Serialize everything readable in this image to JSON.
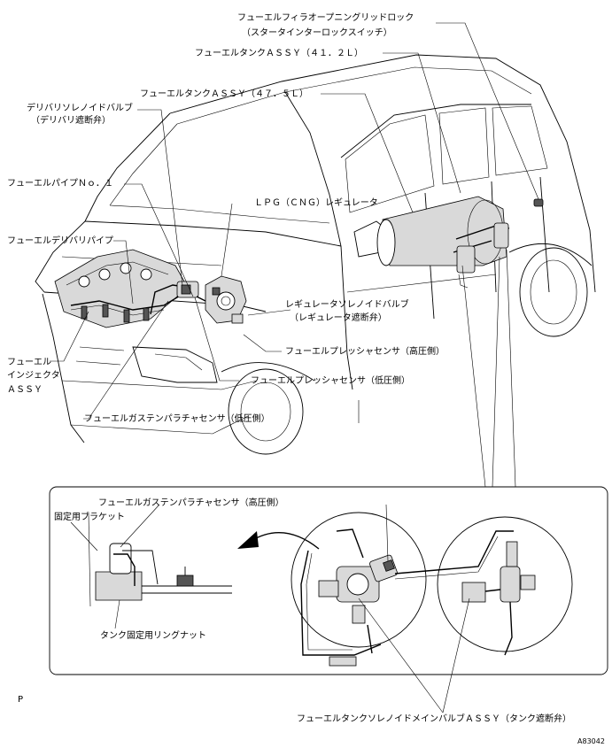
{
  "labels": {
    "filler_lock": "フューエルフィラオープニングリッドロック",
    "filler_lock_sub": "（スタータインターロックスイッチ）",
    "tank_41": "フューエルタンクＡＳＳＹ（４１．２Ｌ）",
    "tank_47": "フューエルタンクＡＳＳＹ（４７．５Ｌ）",
    "delivery_valve": "デリバリソレノイドバルブ",
    "delivery_valve_sub": "（デリバリ遮断弁）",
    "pipe_no1": "フューエルパイプＮｏ．１",
    "lpg_regulator": "ＬＰＧ（ＣＮＧ）レギュレータ",
    "delivery_pipe": "フューエルデリバリパイプ",
    "regulator_valve": "レギュレータソレノイドバルブ",
    "regulator_valve_sub": "（レギュレータ遮断弁）",
    "injector_1": "フューエル",
    "injector_2": "インジェクタ",
    "injector_3": "ＡＳＳＹ",
    "pressure_high": "フューエルプレッシャセンサ（高圧側）",
    "pressure_low": "フューエルプレッシャセンサ（低圧側）",
    "temp_low": "フューエルガステンパラチャセンサ（低圧側）",
    "temp_high": "フューエルガステンパラチャセンサ（高圧側）",
    "bracket": "固定用ブラケット",
    "ring_nut": "タンク固定用リングナット",
    "main_valve": "フューエルタンクソレノイドメインバルブＡＳＳＹ（タンク遮断弁）",
    "page_mark": "P",
    "figure_id": "A83042"
  },
  "colors": {
    "ink": "#000000",
    "shade": "#d9d9d9",
    "paper": "#ffffff"
  }
}
